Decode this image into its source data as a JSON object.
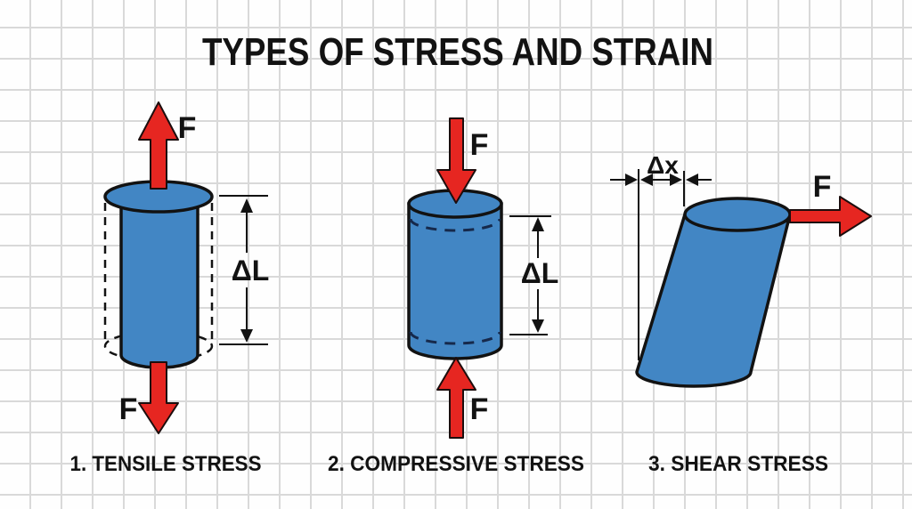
{
  "title": "TYPES OF STRESS AND STRAIN",
  "colors": {
    "background": "#fefefe",
    "grid": "#d9d9d9",
    "cylinder": "#4286c4",
    "arrow": "#e62621",
    "arrow_outline": "#1c0d0d",
    "ink": "#121212",
    "dash": "#16294b"
  },
  "diagrams": [
    {
      "caption": "1. TENSILE STRESS",
      "force_top": "F",
      "force_bottom": "F",
      "dimension": "ΔL"
    },
    {
      "caption": "2. COMPRESSIVE STRESS",
      "force_top": "F",
      "force_bottom": "F",
      "dimension": "ΔL"
    },
    {
      "caption": "3. SHEAR STRESS",
      "force": "F",
      "dimension": "Δx"
    }
  ]
}
